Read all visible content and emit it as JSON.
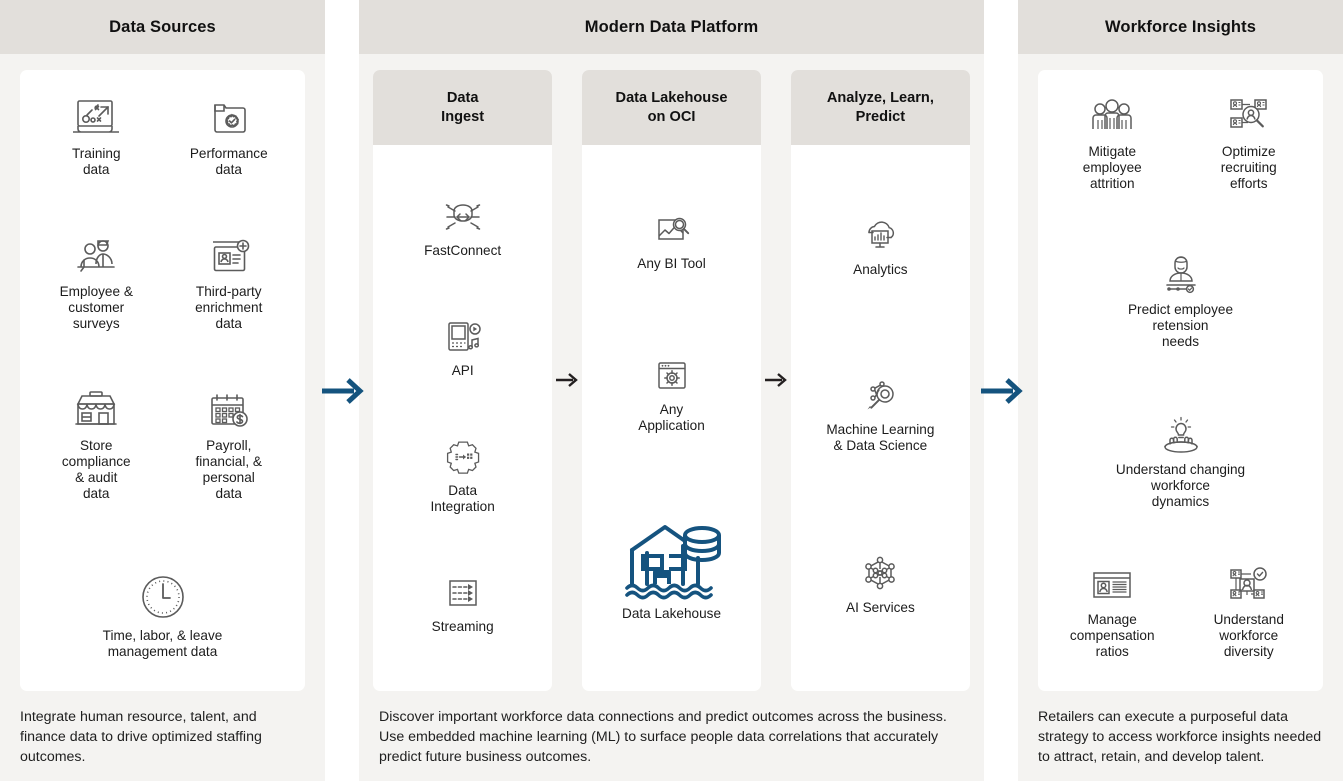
{
  "colors": {
    "panel_header_bg": "#e2dfdb",
    "panel_bg": "#f4f3f1",
    "card_bg": "#ffffff",
    "icon_stroke": "#5b5b5b",
    "accent_blue": "#15537f",
    "arrow_blue": "#14537e",
    "arrow_dark": "#231f20",
    "text": "#1c1c1c"
  },
  "panels": {
    "sources": {
      "title": "Data Sources",
      "items": [
        {
          "label": "Training\ndata",
          "icon": "training-data-icon"
        },
        {
          "label": "Performance\ndata",
          "icon": "performance-data-icon"
        },
        {
          "label": "Employee &\ncustomer\nsurveys",
          "icon": "surveys-icon"
        },
        {
          "label": "Third-party\nenrichment\ndata",
          "icon": "third-party-enrichment-icon"
        },
        {
          "label": "Store\ncompliance\n& audit\ndata",
          "icon": "store-compliance-icon"
        },
        {
          "label": "Payroll,\nfinancial, &\npersonal\ndata",
          "icon": "payroll-calendar-icon"
        },
        {
          "label": "Time, labor, & leave\nmanagement data",
          "icon": "clock-icon",
          "wide": true
        }
      ],
      "footnote": "Integrate human resource, talent, and finance data to drive optimized staffing outcomes."
    },
    "platform": {
      "title": "Modern Data Platform",
      "columns": [
        {
          "title": "Data\nIngest",
          "items": [
            {
              "label": "FastConnect",
              "icon": "fastconnect-icon"
            },
            {
              "label": "API",
              "icon": "api-icon"
            },
            {
              "label": "Data\nIntegration",
              "icon": "data-integration-icon"
            },
            {
              "label": "Streaming",
              "icon": "streaming-icon"
            }
          ]
        },
        {
          "title": "Data Lakehouse\non OCI",
          "items": [
            {
              "label": "Any BI Tool",
              "icon": "bi-tool-icon"
            },
            {
              "label": "Any\nApplication",
              "icon": "any-application-icon"
            },
            {
              "label": "Data Lakehouse",
              "icon": "data-lakehouse-icon",
              "accent": true
            }
          ]
        },
        {
          "title": "Analyze, Learn,\nPredict",
          "items": [
            {
              "label": "Analytics",
              "icon": "analytics-icon"
            },
            {
              "label": "Machine Learning\n& Data Science",
              "icon": "machine-learning-icon"
            },
            {
              "label": "AI Services",
              "icon": "ai-services-icon"
            }
          ]
        }
      ],
      "footnote": "Discover important workforce data connections and predict outcomes across the business. Use embedded machine learning (ML) to surface people data correlations that accurately predict future business outcomes."
    },
    "insights": {
      "title": "Workforce Insights",
      "items": [
        {
          "label": "Mitigate\nemployee\nattrition",
          "icon": "people-group-icon"
        },
        {
          "label": "Optimize\nrecruiting\nefforts",
          "icon": "recruiting-search-icon"
        },
        {
          "label": "Predict employee\nretension\nneeds",
          "icon": "predict-retention-icon",
          "wide": true
        },
        {
          "label": "Understand changing\nworkforce\ndynamics",
          "icon": "lightbulb-table-icon",
          "wide": true
        },
        {
          "label": "Manage\ncompensation\nratios",
          "icon": "compensation-card-icon"
        },
        {
          "label": "Understand\nworkforce\ndiversity",
          "icon": "diversity-network-icon"
        }
      ],
      "footnote": "Retailers can execute a purposeful data strategy to access workforce insights needed to attract, retain, and develop talent."
    }
  },
  "arrows": {
    "sources_to_platform": "arrow-right-large",
    "ingest_to_lakehouse": "arrow-right-small",
    "lakehouse_to_analyze": "arrow-right-small",
    "platform_to_insights": "arrow-right-large"
  }
}
